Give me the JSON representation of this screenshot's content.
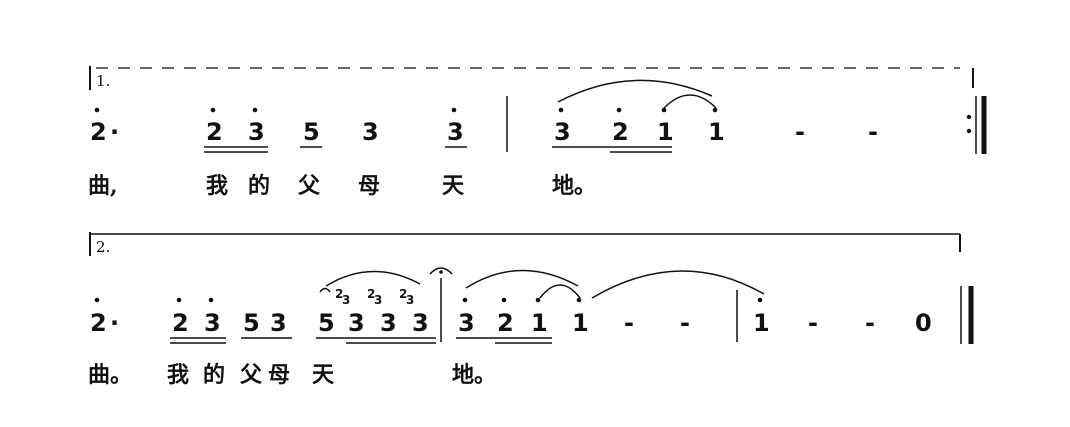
{
  "volta1": {
    "label": "1.",
    "notes": [
      "2",
      "·",
      "2",
      "3",
      "5",
      "3",
      "3",
      "3",
      "2",
      "1",
      "1",
      "-",
      "-"
    ],
    "lyrics": [
      "曲,",
      "我",
      "的",
      "父",
      "母",
      "天",
      "地。"
    ]
  },
  "volta2": {
    "label": "2.",
    "notes": [
      "2",
      "·",
      "2",
      "3",
      "5",
      "3",
      "5",
      "3",
      "3",
      "3",
      "3",
      "2",
      "1",
      "1",
      "-",
      "-",
      "1",
      "-",
      "-",
      "0"
    ],
    "grace": [
      "2",
      "3",
      "2",
      "3",
      "2",
      "3"
    ],
    "lyrics": [
      "曲。",
      "我",
      "的",
      "父",
      "母",
      "天",
      "地。"
    ]
  }
}
